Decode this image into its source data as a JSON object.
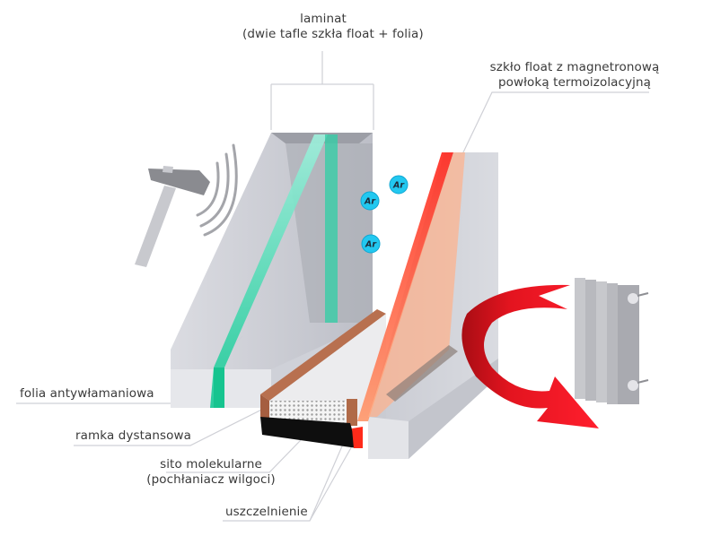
{
  "diagram": {
    "title": "Double-glazed window unit cross-section",
    "labels": {
      "laminate_title": "laminat",
      "laminate_subtitle": "(dwie tafle szkła float + folia)",
      "coated_glass_line1": "szkło float z magnetronową",
      "coated_glass_line2": "powłoką termoizolacyjną",
      "anti_burglary_foil": "folia antywłamaniowa",
      "spacer_frame": "ramka dystansowa",
      "molecular_sieve_line1": "sito molekularne",
      "molecular_sieve_line2": "(pochłaniacz wilgoci)",
      "seal": "uszczelnienie"
    },
    "gas_particles": [
      {
        "symbol": "Ar"
      },
      {
        "symbol": "Ar"
      },
      {
        "symbol": "Ar"
      }
    ],
    "icons": {
      "hammer": "hammer-icon",
      "sound_waves": "sound-waves-icon",
      "radiator": "radiator-icon",
      "heat_reflection_arrow": "curved-arrow-icon"
    },
    "colors": {
      "laminate_foil": "#3ad9b4",
      "coating": "#ff4a2e",
      "heat_arrow": "#ee1c2a",
      "argon": "#22c8f0",
      "spacer": "#b0694a",
      "sealant": "#111111",
      "glass": "#c9cbd3"
    }
  }
}
